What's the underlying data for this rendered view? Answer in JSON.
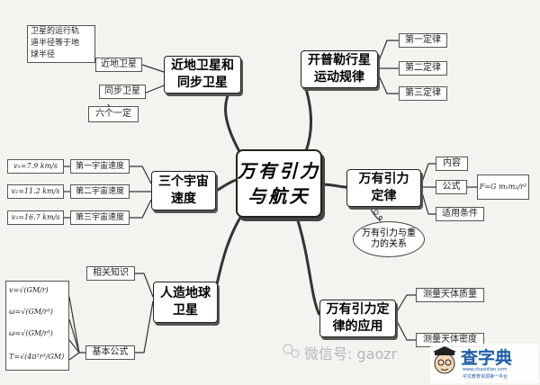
{
  "center": {
    "line1": "万有引力",
    "line2": "与航天"
  },
  "branches": {
    "near_sync": {
      "title_line1": "近地卫星和",
      "title_line2": "同步卫星",
      "near_label": "近地卫星",
      "near_note_lines": [
        "卫星的运行轨",
        "道半径等于地",
        "球半径"
      ],
      "sync_label": "同步卫星",
      "sync_note": "六个一定"
    },
    "kepler": {
      "title_line1": "开普勒行星",
      "title_line2": "运动规律",
      "laws": [
        "第一定律",
        "第二定律",
        "第三定律"
      ]
    },
    "cosmic": {
      "title_line1": "三个宇宙",
      "title_line2": "速度",
      "items": [
        {
          "value": "v₁=7.9 km/s",
          "label": "第一宇宙速度"
        },
        {
          "value": "v₂=11.2 km/s",
          "label": "第二宇宙速度"
        },
        {
          "value": "v₃=16.7 km/s",
          "label": "第三宇宙速度"
        }
      ]
    },
    "gravitation": {
      "title_line1": "万有引力",
      "title_line2": "定律",
      "items": [
        "内容",
        "公式",
        "适用条件"
      ],
      "formula": "F=G m₁m₂/r²",
      "cloud_line1": "万有引力与重",
      "cloud_line2": "力的关系"
    },
    "satellite": {
      "title_line1": "人造地球",
      "title_line2": "卫星",
      "related": "相关知识",
      "basic": "基本公式",
      "formulas": [
        "v=√(GM/r)",
        "ω=√(GM/r³)",
        "ω=√(GM/r³)",
        "T=√(4π²r³/GM)"
      ]
    },
    "application": {
      "title_line1": "万有引力定",
      "title_line2": "律的应用",
      "items": [
        "测量天体质量",
        "测量天体密度"
      ]
    }
  },
  "watermark": {
    "text": "微信号: gaozr"
  },
  "logo": {
    "name": "查字典",
    "sub": "www.chazidian.com",
    "slogan": "中文教育资源第一平台"
  },
  "colors": {
    "line": "#333333",
    "box_border": "#555555",
    "logo": "#1b5da8"
  }
}
